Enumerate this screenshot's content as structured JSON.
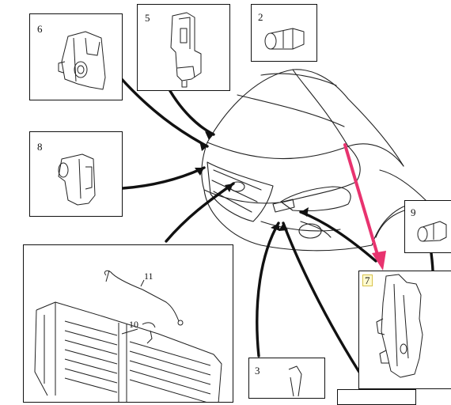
{
  "diagram": {
    "callouts": [
      {
        "id": "6",
        "label": "6"
      },
      {
        "id": "5",
        "label": "5"
      },
      {
        "id": "2",
        "label": "2"
      },
      {
        "id": "8",
        "label": "8"
      },
      {
        "id": "9",
        "label": "9"
      },
      {
        "id": "7",
        "label": "7"
      },
      {
        "id": "3",
        "label": "3"
      },
      {
        "id": "grille",
        "inner_labels": [
          "11",
          "10"
        ]
      }
    ],
    "colors": {
      "line": "#111111",
      "highlight_arrow": "#e8336f",
      "label7_bg": "#fffbd0"
    }
  }
}
